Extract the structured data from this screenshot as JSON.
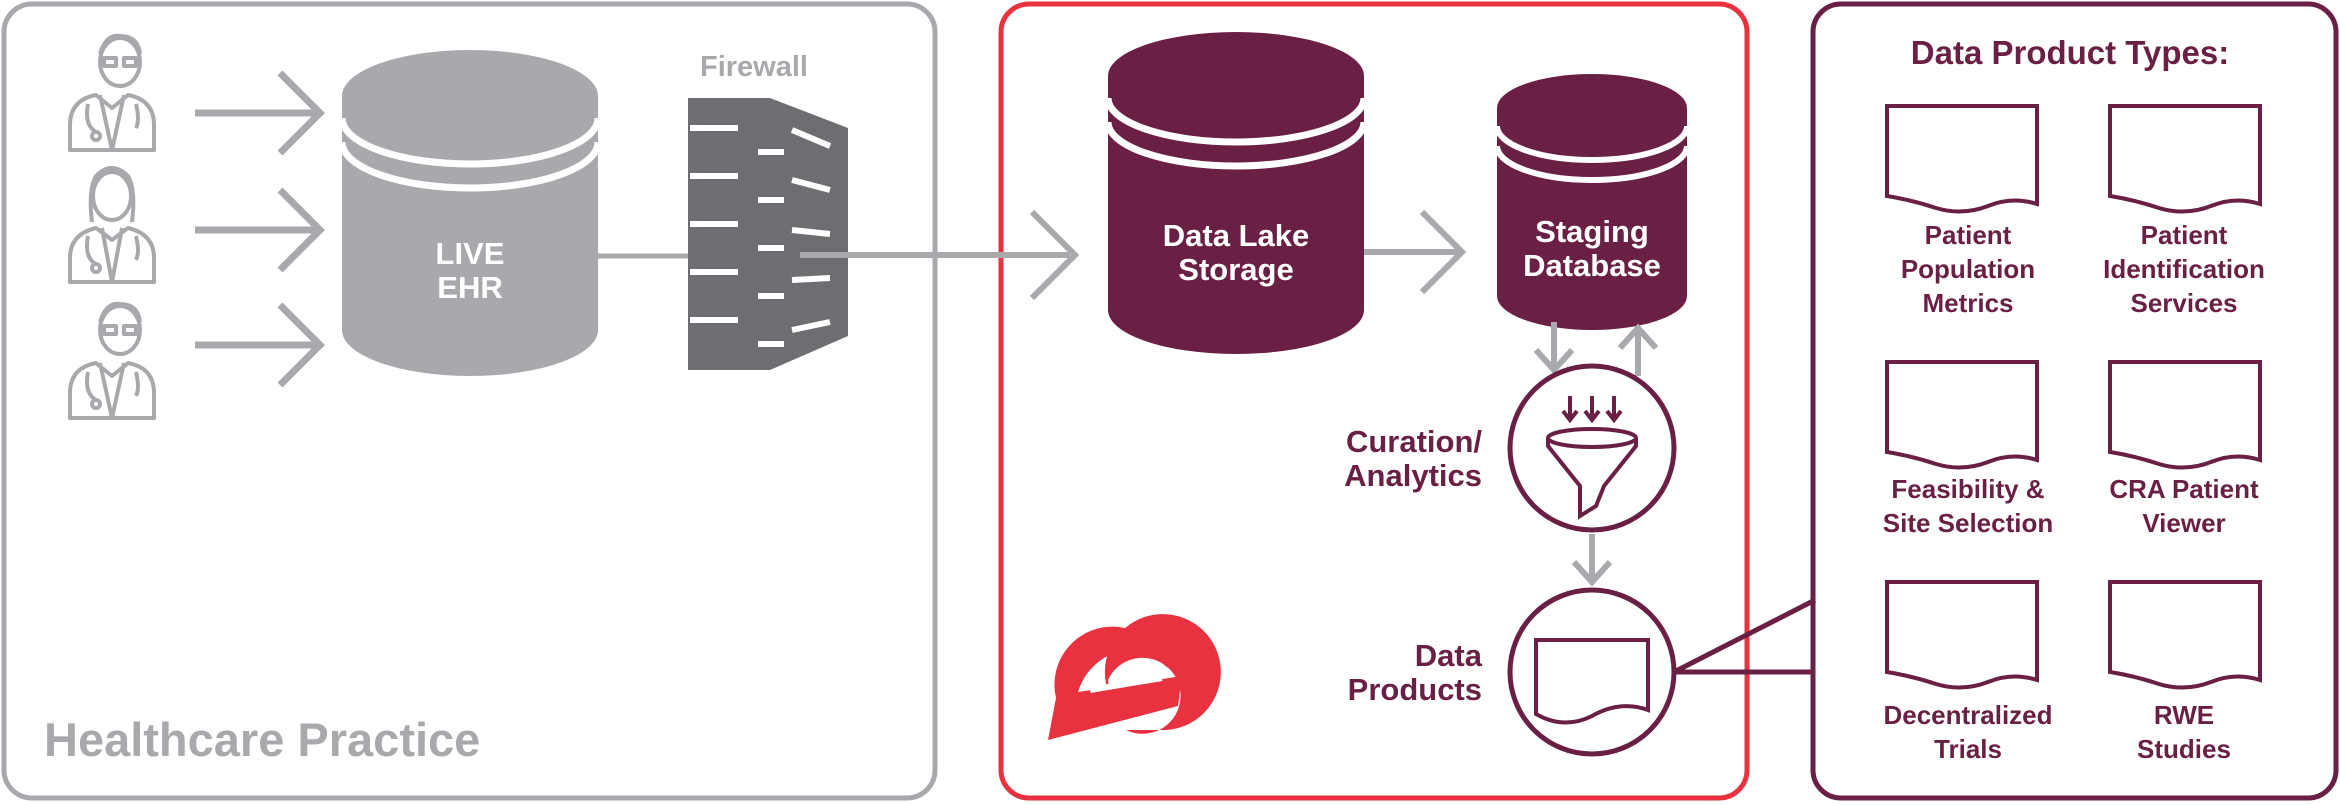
{
  "colors": {
    "gray": "#a7a9ac",
    "dark_gray": "#6d6e71",
    "red": "#e8323f",
    "maroon": "#6a1f44",
    "white": "#ffffff"
  },
  "practice": {
    "title": "Healthcare Practice",
    "ehr_line1": "LIVE",
    "ehr_line2": "EHR",
    "firewall_label": "Firewall",
    "staff": [
      {
        "icon": "doctor-male-icon"
      },
      {
        "icon": "doctor-female-icon"
      },
      {
        "icon": "doctor-male-icon"
      }
    ]
  },
  "platform": {
    "logo_icon": "e-logo-icon",
    "data_lake_line1": "Data Lake",
    "data_lake_line2": "Storage",
    "staging_line1": "Staging",
    "staging_line2": "Database",
    "curation_line1": "Curation/",
    "curation_line2": "Analytics",
    "products_line1": "Data",
    "products_line2": "Products"
  },
  "product_types": {
    "title": "Data Product Types:",
    "items": [
      {
        "line1": "Patient",
        "line2": "Population",
        "line3": "Metrics"
      },
      {
        "line1": "Patient",
        "line2": "Identification",
        "line3": "Services"
      },
      {
        "line1": "Feasibility &",
        "line2": "Site Selection",
        "line3": ""
      },
      {
        "line1": "CRA Patient",
        "line2": "Viewer",
        "line3": ""
      },
      {
        "line1": "Decentralized",
        "line2": "Trials",
        "line3": ""
      },
      {
        "line1": "RWE",
        "line2": "Studies",
        "line3": ""
      }
    ]
  }
}
